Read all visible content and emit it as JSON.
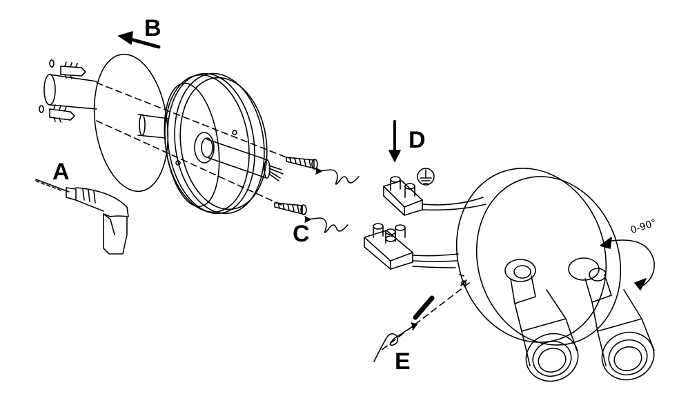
{
  "labels": {
    "a": "A",
    "b": "B",
    "c": "C",
    "d": "D",
    "e": "E",
    "angle": "0-90°"
  },
  "colors": {
    "line": "#000000",
    "background": "#ffffff"
  },
  "icons": [
    "drill-icon",
    "ground-symbol-icon",
    "wall-plug-icon",
    "screw-icon",
    "terminal-block-icon",
    "spotlight-icon",
    "set-screw-icon"
  ]
}
